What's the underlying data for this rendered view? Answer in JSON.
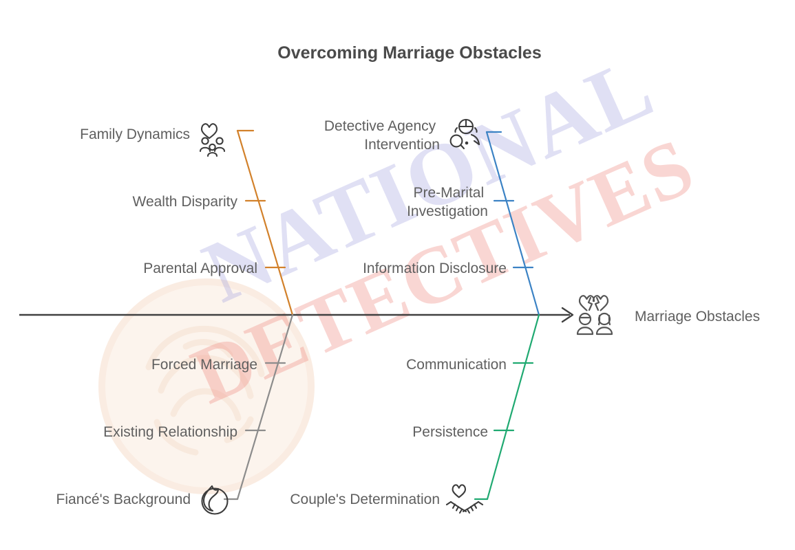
{
  "page": {
    "title": "Overcoming Marriage Obstacles",
    "background_color": "#ffffff",
    "text_color": "#5f5f5f",
    "title_color": "#4a4a4a"
  },
  "watermark": {
    "line1": "NATIONAL",
    "line2": "DETECTIVES",
    "line1_color": "#8f8fd8",
    "line2_color": "#f0a9a0",
    "fingerprint_color": "#f6e3d6"
  },
  "chart_data": {
    "type": "diagram",
    "diagram_type": "fishbone",
    "title": "Overcoming Marriage Obstacles",
    "effect": {
      "label": "Marriage Obstacles",
      "icon": "broken-heart-couple-icon"
    },
    "spine": {
      "color": "#404040",
      "arrow": true
    },
    "branches": [
      {
        "id": "family-obstacles",
        "position": "upper-left",
        "color": "#d2812b",
        "head_icon": "family-heart-icon",
        "causes": [
          "Family Dynamics",
          "Wealth Disparity",
          "Parental Approval"
        ]
      },
      {
        "id": "investigation",
        "position": "upper-right",
        "color": "#3b82c4",
        "head_icon": "detective-magnifier-icon",
        "causes": [
          "Detective Agency Intervention",
          "Pre-Marital Investigation",
          "Information Disclosure"
        ]
      },
      {
        "id": "relationship-barriers",
        "position": "lower-left",
        "color": "#8c8c8c",
        "head_icon": "flame-icon",
        "causes": [
          "Forced Marriage",
          "Existing Relationship",
          "Fiancé's Background"
        ]
      },
      {
        "id": "couple-strengths",
        "position": "lower-right",
        "color": "#1fa971",
        "head_icon": "clasped-hands-heart-icon",
        "causes": [
          "Communication",
          "Persistence",
          "Couple's Determination"
        ]
      }
    ]
  },
  "labels": {
    "family_dynamics": "Family Dynamics",
    "wealth_disparity": "Wealth Disparity",
    "parental_approval": "Parental Approval",
    "detective_agency_1": "Detective Agency",
    "detective_agency_2": "Intervention",
    "pre_marital_1": "Pre-Marital",
    "pre_marital_2": "Investigation",
    "information_disclosure": "Information Disclosure",
    "forced_marriage": "Forced Marriage",
    "existing_relationship": "Existing Relationship",
    "fiance_background": "Fiancé's Background",
    "communication": "Communication",
    "persistence": "Persistence",
    "couples_determination": "Couple's Determination",
    "marriage_obstacles": "Marriage Obstacles"
  }
}
